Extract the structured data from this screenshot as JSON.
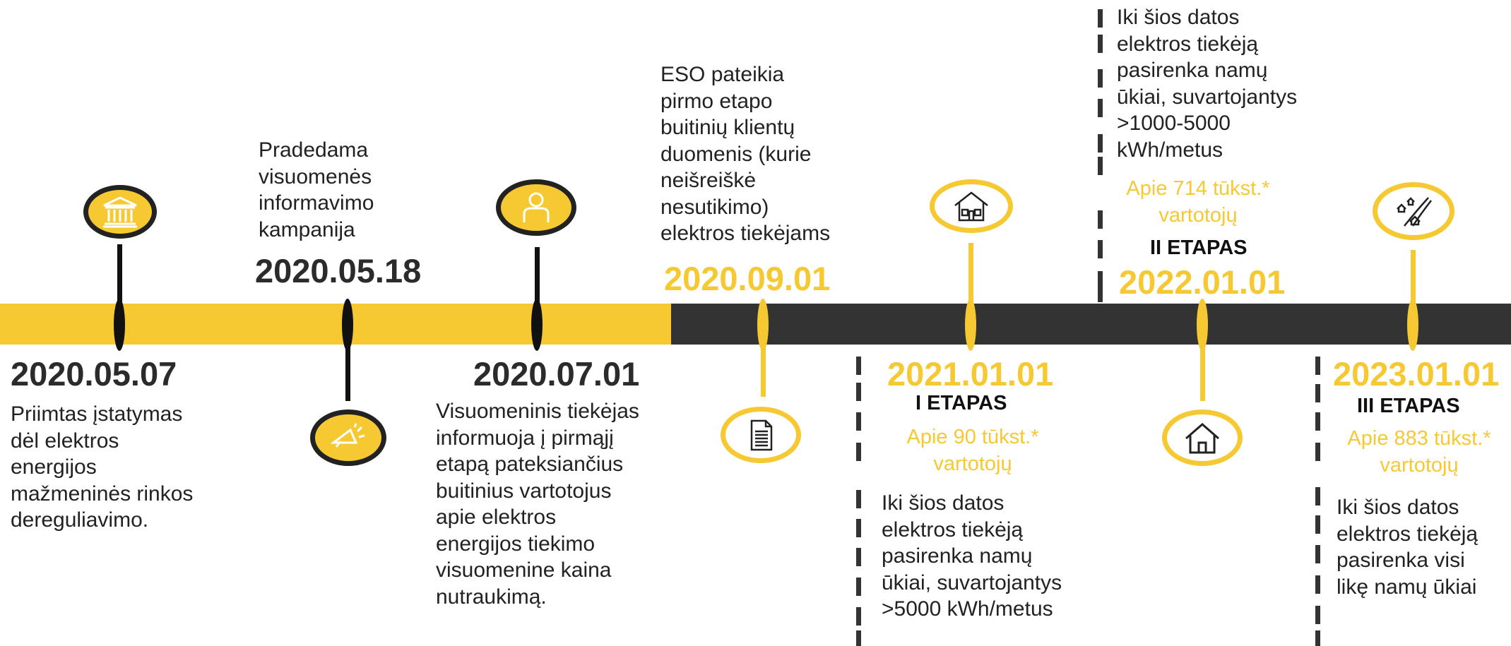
{
  "events": [
    {
      "date": "2020.05.07",
      "text": "Priimtas įstatymas\ndėl elektros\nenergijos\nmažmeninės rinkos\ndereguliavimo.",
      "icon": "bank-icon"
    },
    {
      "date": "2020.05.18",
      "text": "Pradedama\nvisuomenės\ninformavimo\nkampanija",
      "icon": "megaphone-icon"
    },
    {
      "date": "2020.07.01",
      "text": "Visuomeninis tiekėjas\ninformuoja į pirmąjį\netapą pateksiančius\nbuitinius vartotojus\napie elektros\nenergijos tiekimo\nvisuomenine kaina\nnutraukimą.",
      "icon": "person-icon"
    },
    {
      "date": "2020.09.01",
      "text": "ESO pateikia\npirmo etapo\nbuitinių klientų\nduomenis (kurie\nneišreiškė\nnesutikimo)\nelektros tiekėjams",
      "icon": "document-icon"
    },
    {
      "date": "2021.01.01",
      "stage": "I ETAPAS",
      "count": "Apie 90 tūkst.*\nvartotojų",
      "text": "Iki šios datos\nelektros tiekėją\npasirenka  namų\nūkiai, suvartojantys\n>5000 kWh/metus",
      "icon": "house-icon"
    },
    {
      "date": "2022.01.01",
      "stage": "II ETAPAS",
      "count": "Apie 714 tūkst.*\nvartotojų",
      "text": "Iki šios datos\nelektros tiekėją\npasirenka namų\nūkiai, suvartojantys\n>1000-5000\nkWh/metus",
      "icon": "home-icon"
    },
    {
      "date": "2023.01.01",
      "stage": "III ETAPAS",
      "count": "Apie 883 tūkst.*\nvartotojų",
      "text": "Iki šios datos\nelektros tiekėją\npasirenka visi\nlikę namų ūkiai",
      "icon": "village-road-icon"
    }
  ],
  "colors": {
    "yellow": "#f6c932",
    "dark": "#333333",
    "text": "#222222"
  }
}
